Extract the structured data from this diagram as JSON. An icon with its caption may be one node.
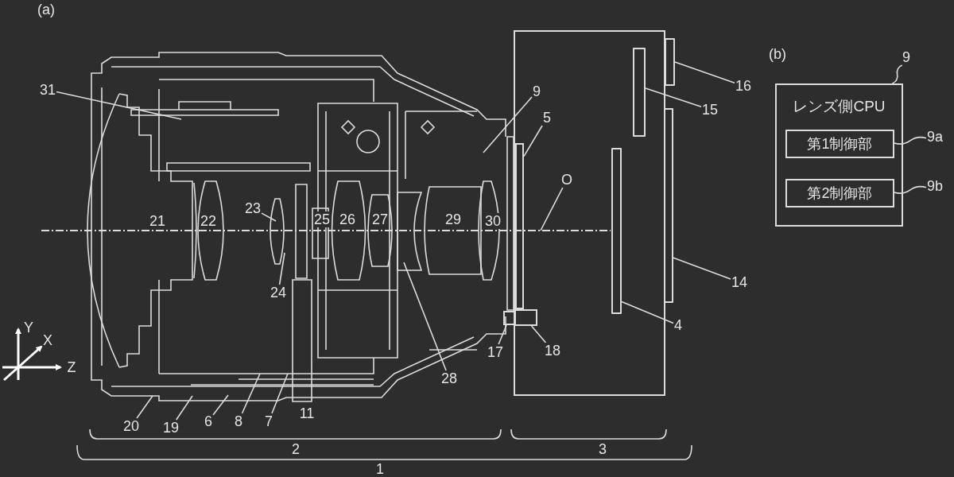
{
  "diagram": {
    "nodes": [
      {
        "text": [
          "レンズ側CPU"
        ]
      },
      {
        "text": [
          "第1制御部"
        ],
        "in": 0
      },
      {
        "text": [
          "第2制御部"
        ],
        "in": 0
      },
      {
        "text": [
          "9"
        ]
      },
      {
        "text": [
          "9a"
        ]
      },
      {
        "text": [
          "9b"
        ]
      },
      {
        "text": [],
        "shape": "box"
      },
      {
        "text": [],
        "shape": "bar",
        "in": 6
      },
      {
        "text": [],
        "shape": "bar",
        "in": 6
      },
      {
        "text": [],
        "shape": "bar"
      },
      {
        "text": [],
        "shape": "bar"
      },
      {
        "text": [
          "31"
        ]
      },
      {
        "text": [
          "9"
        ],
        "in": 6
      },
      {
        "text": [
          "5"
        ],
        "in": 6
      },
      {
        "text": [
          "O"
        ],
        "in": 6
      },
      {
        "text": [
          "16"
        ]
      },
      {
        "text": [
          "15"
        ]
      },
      {
        "text": [
          "14"
        ]
      },
      {
        "text": [
          "4"
        ]
      },
      {
        "text": [
          "23"
        ]
      },
      {
        "text": [
          "24"
        ]
      },
      {
        "text": [
          "28"
        ]
      },
      {
        "text": [
          "17"
        ]
      },
      {
        "text": [
          "18"
        ],
        "in": 6
      },
      {
        "text": [
          "20"
        ]
      },
      {
        "text": [
          "19"
        ]
      },
      {
        "text": [
          "6"
        ]
      },
      {
        "text": [
          "8"
        ]
      },
      {
        "text": [
          "7"
        ]
      },
      {
        "text": [],
        "shape": "box",
        "in": 6
      },
      {
        "text": [],
        "shape": "box"
      },
      {
        "text": [],
        "shape": "box",
        "in": 6
      }
    ],
    "edges": [
      {
        "from": 3,
        "to": 0,
        "arrow": "none"
      },
      {
        "from": 4,
        "to": 1,
        "arrow": "none"
      },
      {
        "from": 5,
        "to": 2,
        "arrow": "none"
      },
      {
        "from": 11,
        "to": null,
        "arrow": "none"
      },
      {
        "from": 12,
        "to": null,
        "arrow": "none"
      },
      {
        "from": 13,
        "to": 29,
        "arrow": "none"
      },
      {
        "from": 14,
        "to": null,
        "arrow": "none"
      },
      {
        "from": 15,
        "to": 9,
        "arrow": "none"
      },
      {
        "from": 16,
        "to": 7,
        "arrow": "none"
      },
      {
        "from": 17,
        "to": 10,
        "arrow": "none"
      },
      {
        "from": 18,
        "to": 8,
        "arrow": "none"
      },
      {
        "from": 19,
        "to": null,
        "arrow": "none"
      },
      {
        "from": 20,
        "to": null,
        "arrow": "none"
      },
      {
        "from": 21,
        "to": null,
        "arrow": "none"
      },
      {
        "from": 22,
        "to": 30,
        "arrow": "none"
      },
      {
        "from": 23,
        "to": 31,
        "arrow": "none"
      },
      {
        "from": 24,
        "to": null,
        "arrow": "none"
      },
      {
        "from": 25,
        "to": null,
        "arrow": "none"
      },
      {
        "from": 26,
        "to": null,
        "arrow": "none"
      },
      {
        "from": 27,
        "to": null,
        "arrow": "none"
      },
      {
        "from": 28,
        "to": null,
        "arrow": "none"
      }
    ],
    "labels": [
      "(a)",
      "21",
      "22",
      "25",
      "26",
      "27",
      "29",
      "30",
      "11",
      "Y",
      "X",
      "Z",
      "2",
      "3",
      "1",
      "(b)"
    ]
  }
}
